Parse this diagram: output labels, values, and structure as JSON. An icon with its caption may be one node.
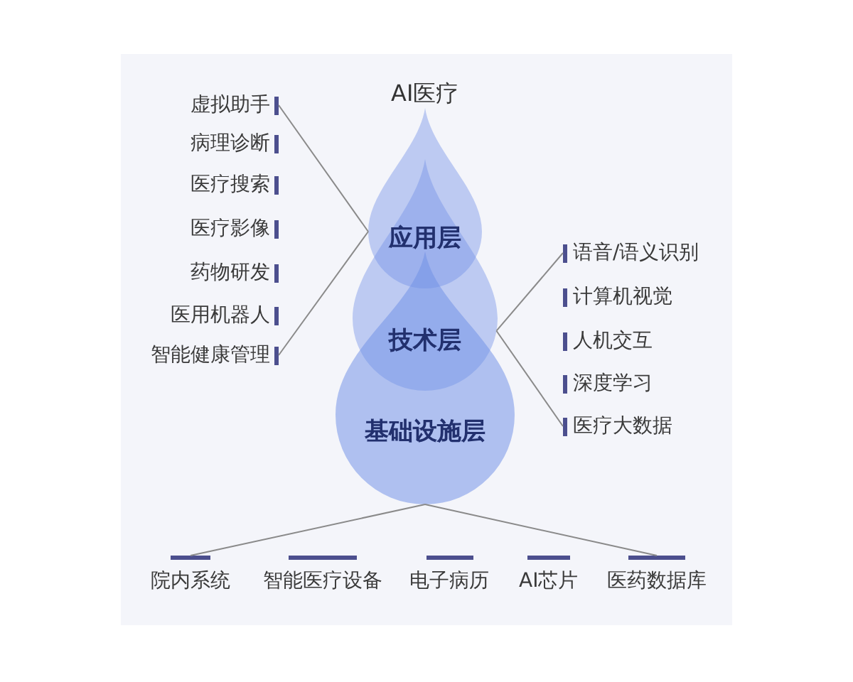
{
  "diagram": {
    "title": "AI医疗",
    "nodes": [
      {
        "text": [
          "虚拟助手"
        ]
      },
      {
        "text": [
          "智能健康管理"
        ]
      },
      {
        "text": [
          "应用层"
        ]
      },
      {
        "text": [
          "技术层"
        ]
      },
      {
        "text": [
          "基础设施层"
        ]
      },
      {
        "text": [
          "语音/语义识别"
        ]
      },
      {
        "text": [
          "医疗大数据"
        ]
      },
      {
        "text": [
          "院内系统"
        ]
      },
      {
        "text": [
          "医药数据库"
        ]
      }
    ],
    "edges": [
      {
        "from": 0,
        "to": 2,
        "arrow": "none"
      },
      {
        "from": 1,
        "to": 2,
        "arrow": "none"
      },
      {
        "from": 5,
        "to": 3,
        "arrow": "none"
      },
      {
        "from": 6,
        "to": 3,
        "arrow": "none"
      },
      {
        "from": 7,
        "to": 4,
        "arrow": "none"
      },
      {
        "from": 8,
        "to": 4,
        "arrow": "none"
      }
    ],
    "labels": [
      "病理诊断",
      "医疗搜索",
      "医疗影像",
      "药物研发",
      "医用机器人",
      "计算机视觉",
      "人机交互",
      "深度学习",
      "智能医疗设备",
      "电子病历",
      "AI芯片"
    ]
  }
}
